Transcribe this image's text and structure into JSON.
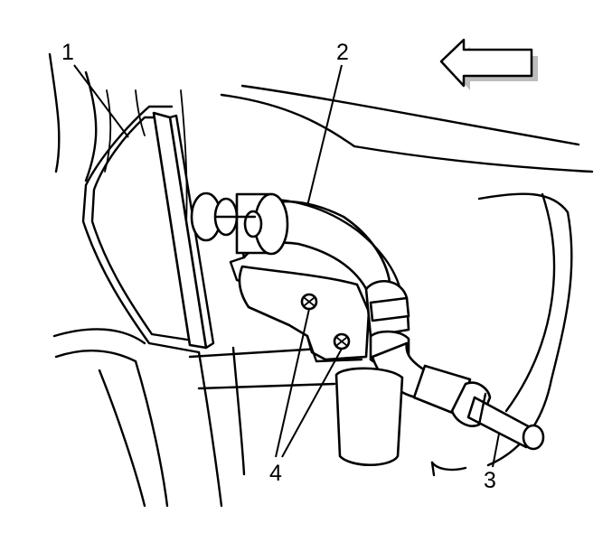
{
  "callouts": {
    "c1": "1",
    "c2": "2",
    "c3": "3",
    "c4": "4"
  },
  "icons": {
    "direction_arrow": "arrow-left-icon"
  },
  "colors": {
    "line": "#000000",
    "background": "#ffffff"
  }
}
